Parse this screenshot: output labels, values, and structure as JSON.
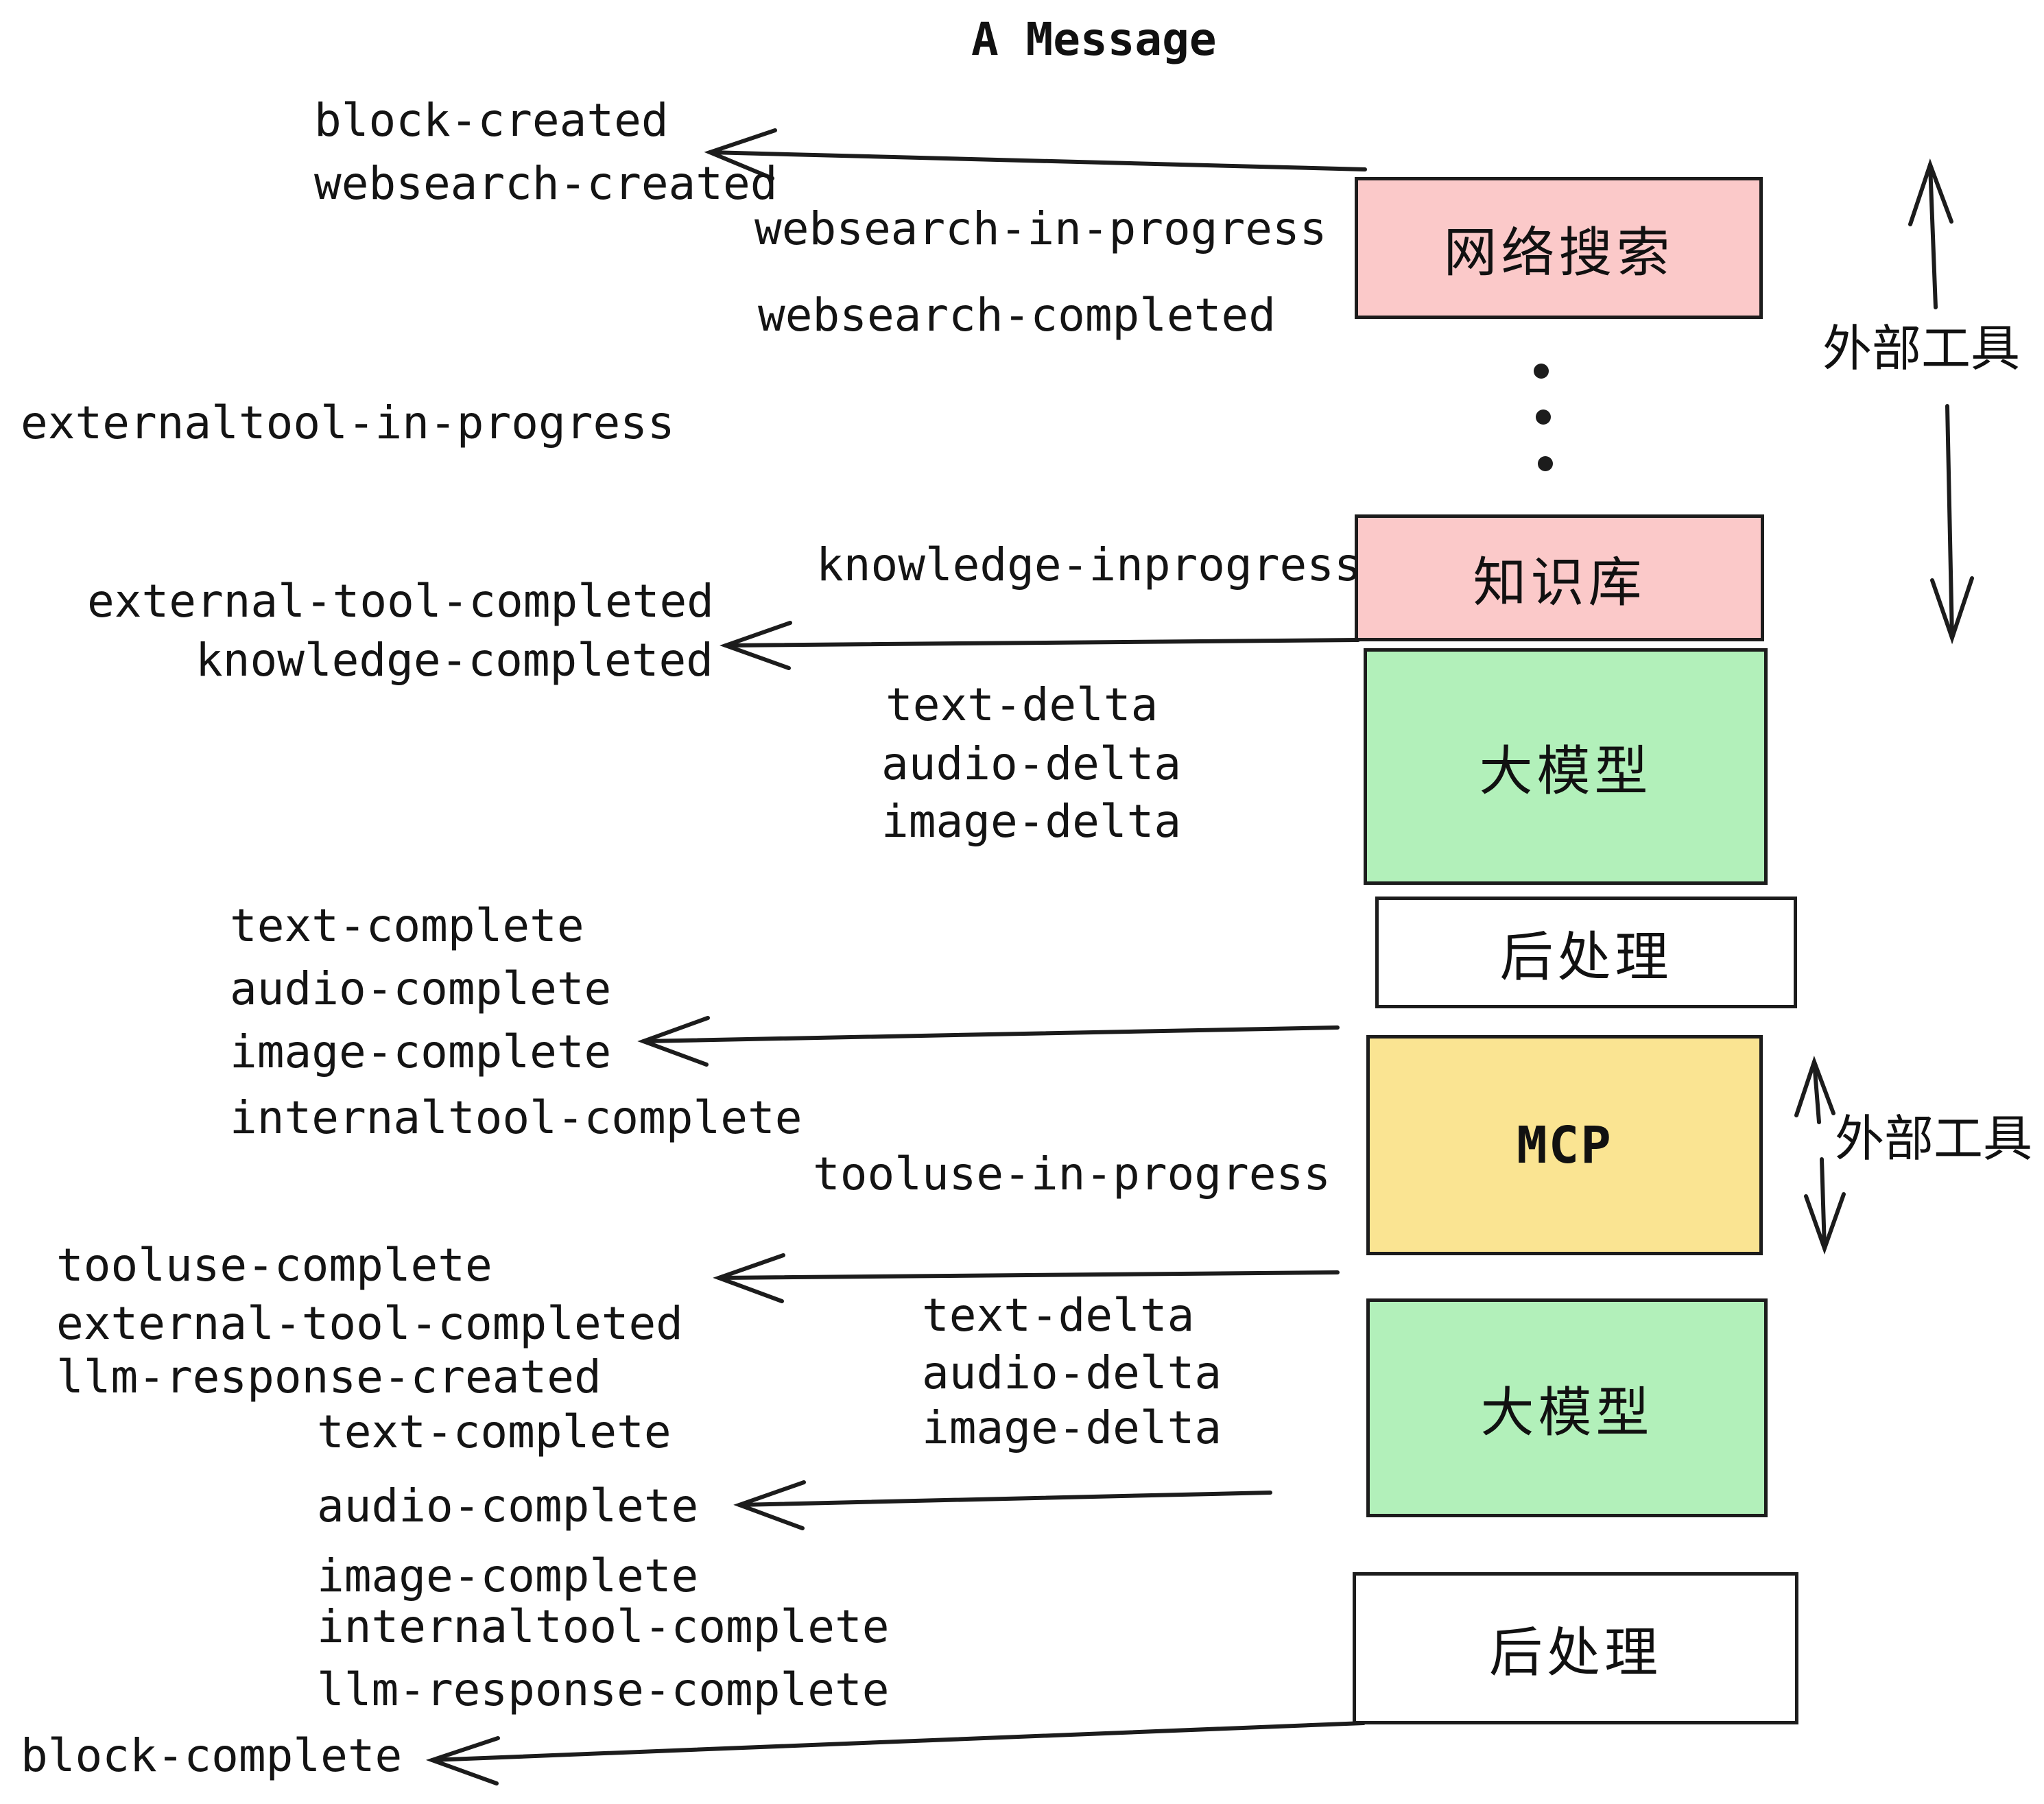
{
  "title": "A Message",
  "colors": {
    "box_pink": "#fbc9c9",
    "box_green": "#b2f0ba",
    "box_yellow": "#fae492",
    "box_white": "#ffffff",
    "line": "#1c1c1c",
    "text": "#141414",
    "background": "#ffffff"
  },
  "boxes": [
    {
      "label": "网络搜索",
      "color": "pink"
    },
    {
      "label": "知识库",
      "color": "pink"
    },
    {
      "label": "大模型",
      "color": "green"
    },
    {
      "label": "后处理",
      "color": "white"
    },
    {
      "label": "MCP",
      "color": "yellow"
    },
    {
      "label": "大模型",
      "color": "green"
    },
    {
      "label": "后处理",
      "color": "white"
    }
  ],
  "side_tools": [
    {
      "label": "外部工具"
    },
    {
      "label": "外部工具"
    }
  ],
  "events": [
    {
      "text": "block-created"
    },
    {
      "text": "websearch-created"
    },
    {
      "text": "websearch-in-progress"
    },
    {
      "text": "websearch-completed"
    },
    {
      "text": "externaltool-in-progress"
    },
    {
      "text": "knowledge-inprogress"
    },
    {
      "text": "external-tool-completed"
    },
    {
      "text": "knowledge-completed"
    },
    {
      "text": "text-delta"
    },
    {
      "text": "audio-delta"
    },
    {
      "text": "image-delta"
    },
    {
      "text": "text-complete"
    },
    {
      "text": "audio-complete"
    },
    {
      "text": "image-complete"
    },
    {
      "text": "internaltool-complete"
    },
    {
      "text": "tooluse-in-progress"
    },
    {
      "text": "tooluse-complete"
    },
    {
      "text": "external-tool-completed"
    },
    {
      "text": "llm-response-created"
    },
    {
      "text": "text-delta"
    },
    {
      "text": "audio-delta"
    },
    {
      "text": "image-delta"
    },
    {
      "text": "text-complete"
    },
    {
      "text": "audio-complete"
    },
    {
      "text": "image-complete"
    },
    {
      "text": "internaltool-complete"
    },
    {
      "text": "llm-response-complete"
    },
    {
      "text": "block-complete"
    }
  ]
}
